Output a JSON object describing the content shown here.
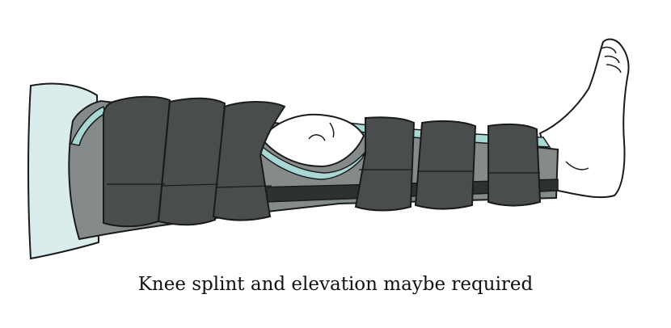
{
  "caption": "Knee splint and elevation maybe required",
  "colors": {
    "background": "#ffffff",
    "splint_grey": "#858b8b",
    "strap_dark": "#4a4d4e",
    "rod_dark": "#2e3131",
    "padding_teal": "#a9d7d4",
    "pants": "#daeceb",
    "skin": "#ffffff",
    "outline": "#1a1a1a"
  },
  "illustration": {
    "subject": "leg-in-knee-splint",
    "strap_count": 6
  }
}
